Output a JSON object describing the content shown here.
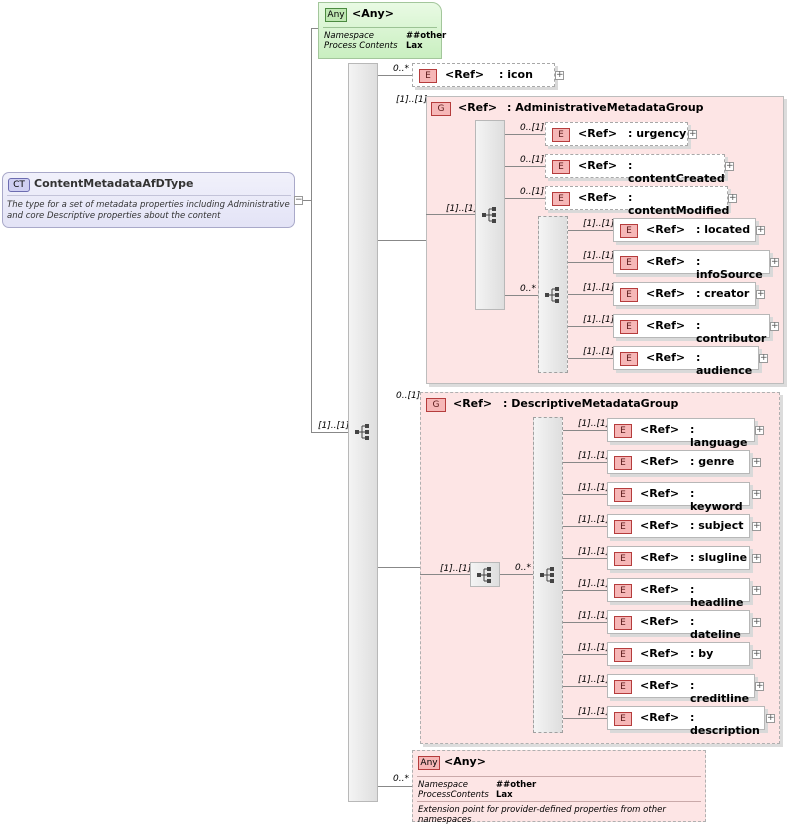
{
  "complex_type": {
    "badge": "CT",
    "name": "ContentMetadataAfDType",
    "description": "The type for a  set of metadata properties including Administrative and core Descriptive properties about the content",
    "collapse": "−"
  },
  "any_top": {
    "badge": "Any",
    "title": "<Any>",
    "namespace_label": "Namespace",
    "namespace_value": "##other",
    "process_label": "Process Contents",
    "process_value": "Lax"
  },
  "main_sequence": {
    "multiplicity": "[1]..[1]"
  },
  "icon_element": {
    "multiplicity": "0..*",
    "badge": "E",
    "ref": "<Ref>",
    "name": ": icon",
    "expand": "+"
  },
  "admin_group": {
    "multiplicity": "[1]..[1]",
    "badge": "G",
    "ref": "<Ref>",
    "name": ": AdministrativeMetadataGroup",
    "sequence_multiplicity": "[1]..[1]",
    "elements": [
      {
        "multiplicity": "0..[1]",
        "badge": "E",
        "ref": "<Ref>",
        "name": ": urgency",
        "expand": "+"
      },
      {
        "multiplicity": "0..[1]",
        "badge": "E",
        "ref": "<Ref>",
        "name": ": contentCreated",
        "expand": "+"
      },
      {
        "multiplicity": "0..[1]",
        "badge": "E",
        "ref": "<Ref>",
        "name": ": contentModified",
        "expand": "+"
      }
    ],
    "choice_multiplicity": "0..*",
    "choice_elements": [
      {
        "multiplicity": "[1]..[1]",
        "badge": "E",
        "ref": "<Ref>",
        "name": ": located",
        "expand": "+"
      },
      {
        "multiplicity": "[1]..[1]",
        "badge": "E",
        "ref": "<Ref>",
        "name": ": infoSource",
        "expand": "+"
      },
      {
        "multiplicity": "[1]..[1]",
        "badge": "E",
        "ref": "<Ref>",
        "name": ": creator",
        "expand": "+"
      },
      {
        "multiplicity": "[1]..[1]",
        "badge": "E",
        "ref": "<Ref>",
        "name": ": contributor",
        "expand": "+"
      },
      {
        "multiplicity": "[1]..[1]",
        "badge": "E",
        "ref": "<Ref>",
        "name": ": audience",
        "expand": "+"
      }
    ]
  },
  "desc_group": {
    "multiplicity": "0..[1]",
    "badge": "G",
    "ref": "<Ref>",
    "name": ": DescriptiveMetadataGroup",
    "sequence_multiplicity": "[1]..[1]",
    "choice_multiplicity": "0..*",
    "choice_elements": [
      {
        "multiplicity": "[1]..[1]",
        "badge": "E",
        "ref": "<Ref>",
        "name": ": language",
        "expand": "+"
      },
      {
        "multiplicity": "[1]..[1]",
        "badge": "E",
        "ref": "<Ref>",
        "name": ": genre",
        "expand": "+"
      },
      {
        "multiplicity": "[1]..[1]",
        "badge": "E",
        "ref": "<Ref>",
        "name": ": keyword",
        "expand": "+"
      },
      {
        "multiplicity": "[1]..[1]",
        "badge": "E",
        "ref": "<Ref>",
        "name": ": subject",
        "expand": "+"
      },
      {
        "multiplicity": "[1]..[1]",
        "badge": "E",
        "ref": "<Ref>",
        "name": ": slugline",
        "expand": "+"
      },
      {
        "multiplicity": "[1]..[1]",
        "badge": "E",
        "ref": "<Ref>",
        "name": ": headline",
        "expand": "+"
      },
      {
        "multiplicity": "[1]..[1]",
        "badge": "E",
        "ref": "<Ref>",
        "name": ": dateline",
        "expand": "+"
      },
      {
        "multiplicity": "[1]..[1]",
        "badge": "E",
        "ref": "<Ref>",
        "name": ": by",
        "expand": "+"
      },
      {
        "multiplicity": "[1]..[1]",
        "badge": "E",
        "ref": "<Ref>",
        "name": ": creditline",
        "expand": "+"
      },
      {
        "multiplicity": "[1]..[1]",
        "badge": "E",
        "ref": "<Ref>",
        "name": ": description",
        "expand": "+"
      }
    ]
  },
  "any_bottom": {
    "multiplicity": "0..*",
    "badge": "Any",
    "title": "<Any>",
    "namespace_label": "Namespace",
    "namespace_value": "##other",
    "process_label": "ProcessContents",
    "process_value": "Lax",
    "documentation": "Extension point for provider-defined properties from other namespaces"
  },
  "colors": {
    "element_badge": "#f6b7b7",
    "group_fill": "#fde5e5",
    "any_top_fill": "#d9f5d2",
    "ct_fill": "#e7e7f8"
  }
}
